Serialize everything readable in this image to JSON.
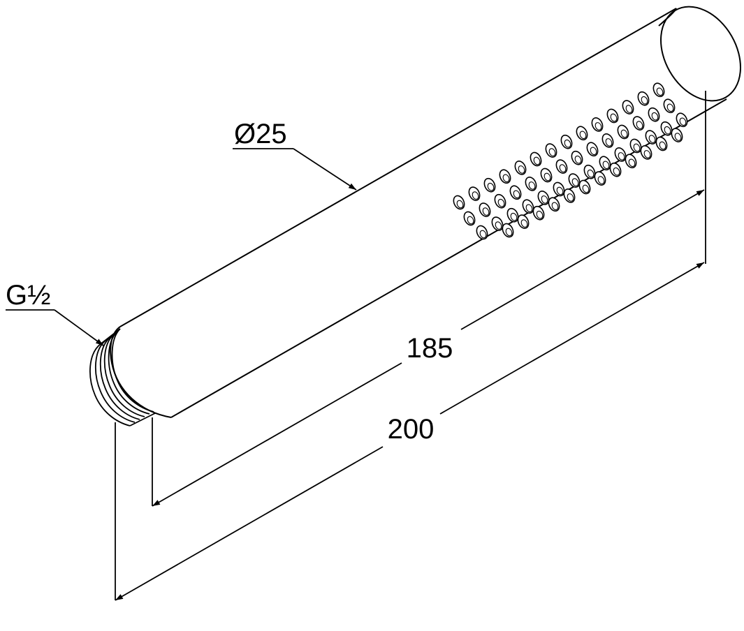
{
  "labels": {
    "diameter": "Ø25",
    "thread": "G½",
    "length_body": "185",
    "length_total": "200"
  },
  "colors": {
    "stroke": "#000000",
    "background": "#ffffff"
  }
}
